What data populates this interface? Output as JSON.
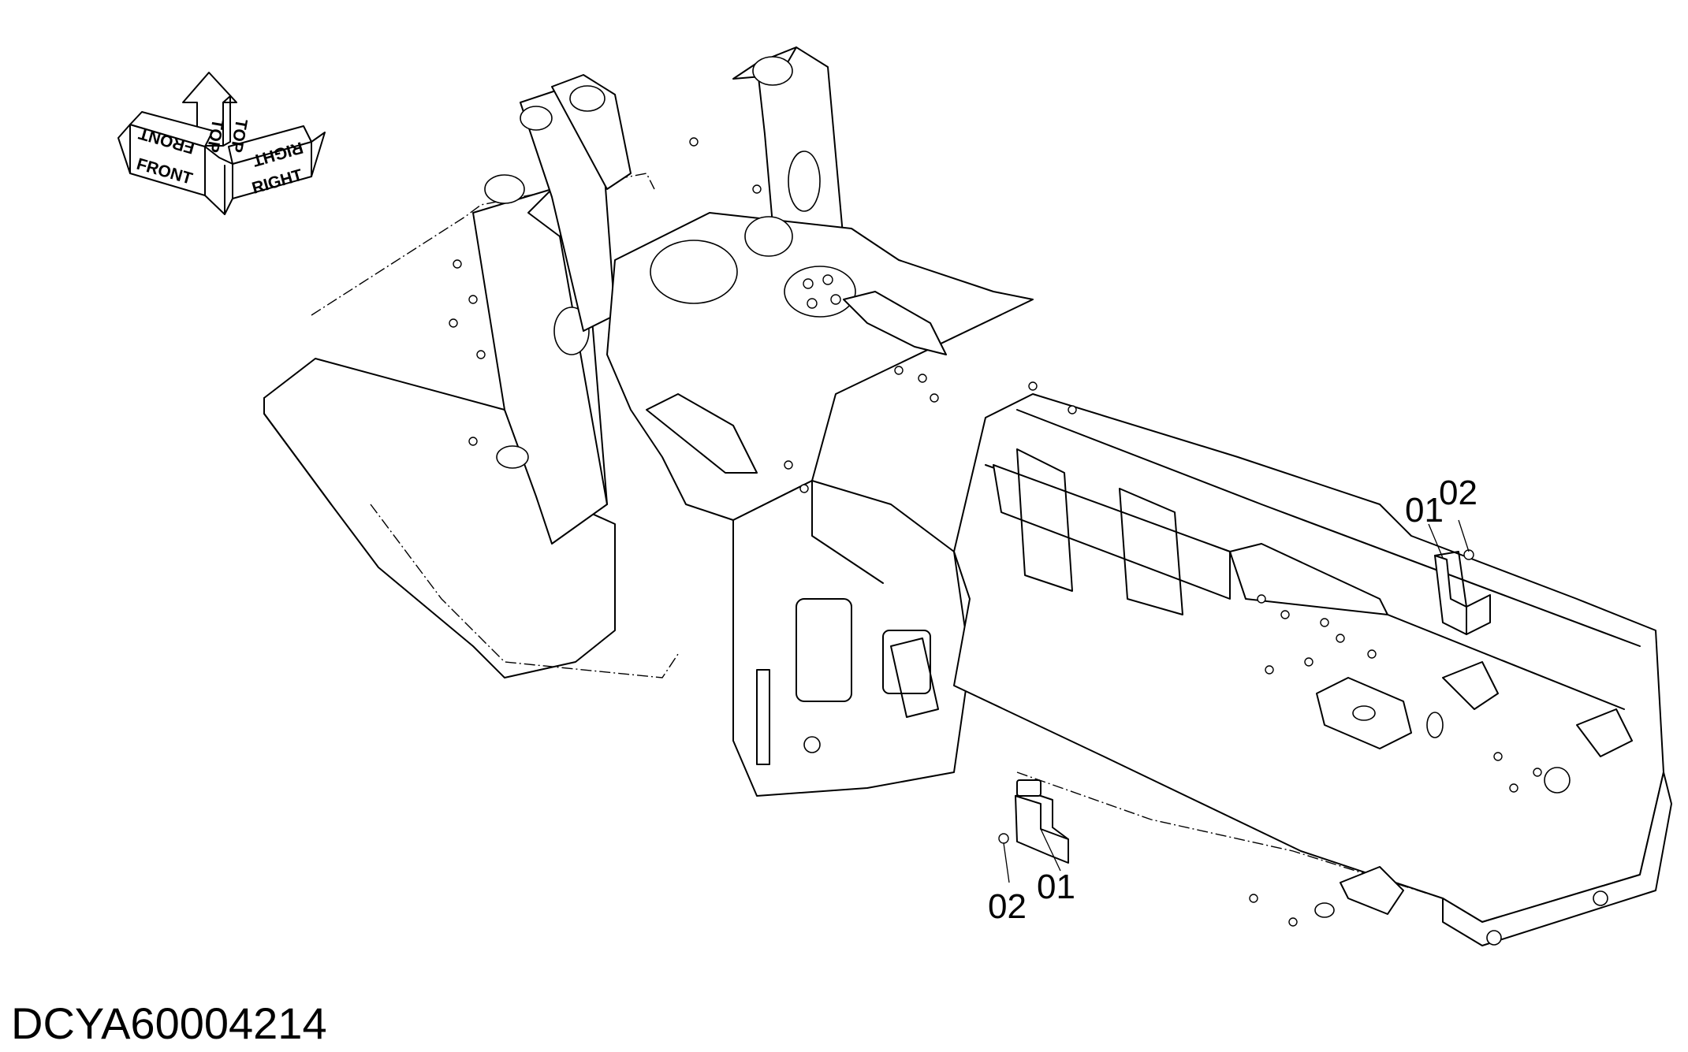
{
  "drawing_id": "DCYA60004214",
  "orientation_symbol": {
    "labels": [
      "FRONT",
      "TOP",
      "RIGHT"
    ],
    "rotated_labels": [
      "FRONT",
      "TOP",
      "RIGHT"
    ]
  },
  "callouts": [
    {
      "number": "01"
    },
    {
      "number": "02"
    },
    {
      "number": "01"
    },
    {
      "number": "02"
    }
  ]
}
